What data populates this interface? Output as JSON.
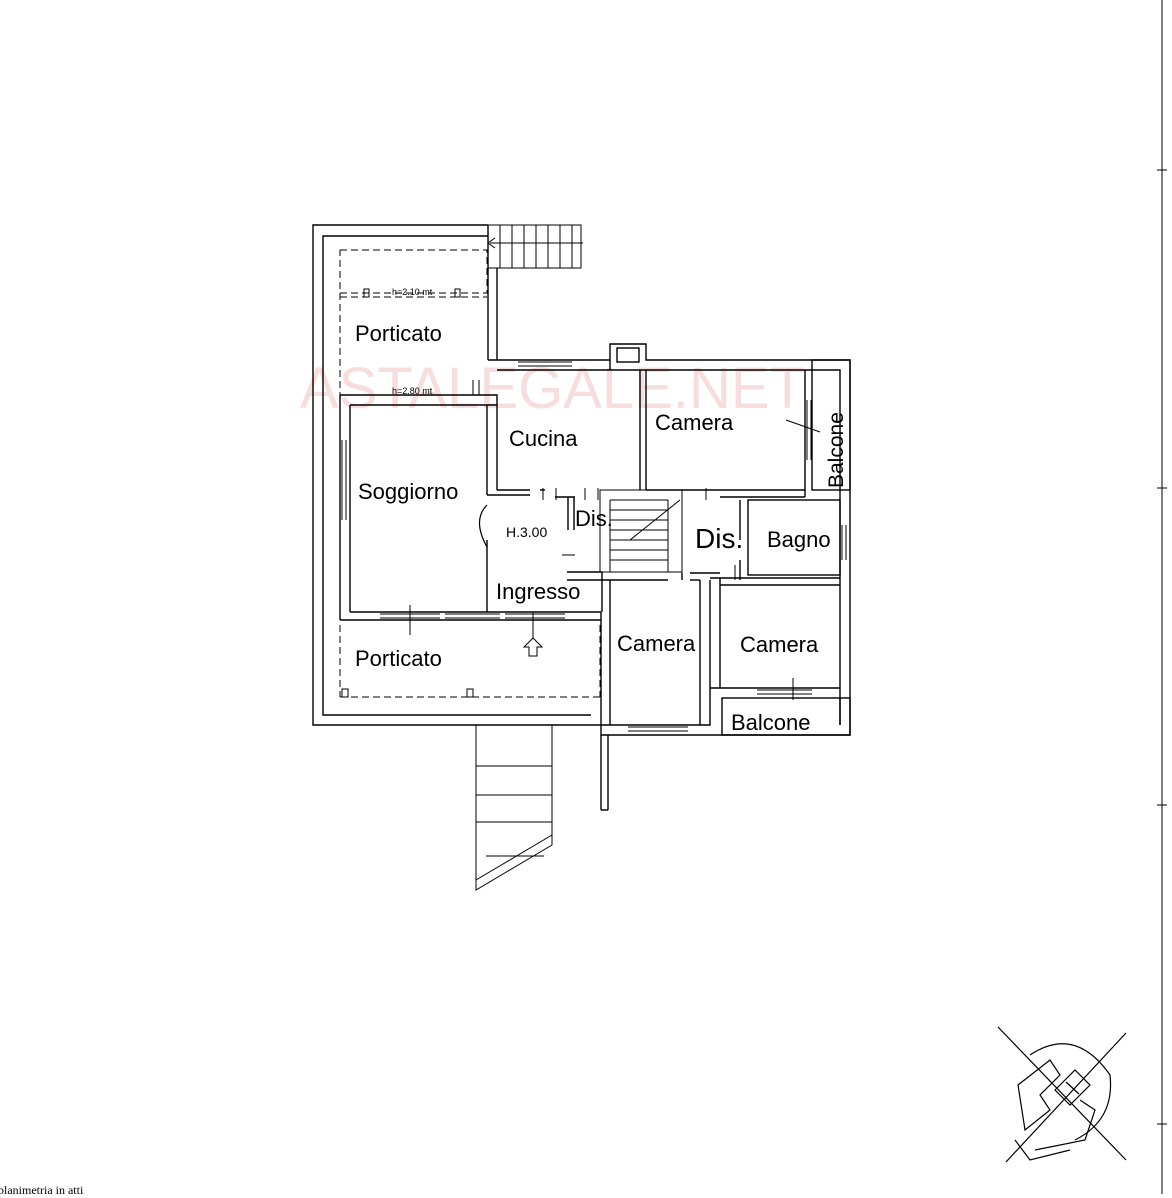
{
  "watermark": "ASTALEGALE.NET",
  "rooms": {
    "porticato_top": "Porticato",
    "cucina": "Cucina",
    "camera_top": "Camera",
    "balcone_right": "Balcone",
    "soggiorno": "Soggiorno",
    "dis_small": "Dis.",
    "dis_large": "Dis.",
    "bagno": "Bagno",
    "ingresso": "Ingresso",
    "porticato_bottom": "Porticato",
    "camera_center": "Camera",
    "camera_right": "Camera",
    "balcone_bottom": "Balcone"
  },
  "heights": {
    "h_porticato_top": "h=2.10 mt",
    "h_porticato_mid": "h=2.80 mt",
    "h_ingresso": "H.3.00"
  },
  "footer": "planimetria in atti"
}
